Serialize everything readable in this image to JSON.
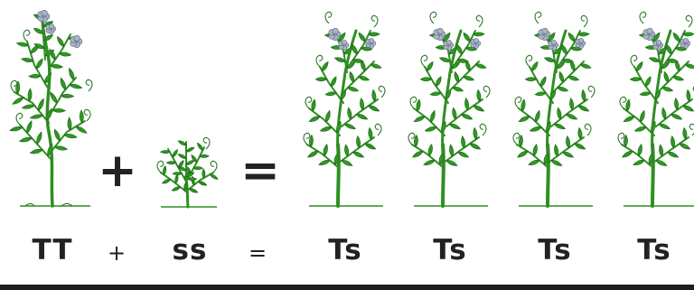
{
  "equation": {
    "operator_plus": "+",
    "operator_equals": "="
  },
  "labels": {
    "parent_1": "TT",
    "plus": "+",
    "parent_2": "ss",
    "equals": "=",
    "offspring": [
      "Ts",
      "Ts",
      "Ts",
      "Ts"
    ]
  },
  "colors": {
    "stem": "#2f8f22",
    "leaf": "#39a52b",
    "leaf_dark": "#1f6e17",
    "flower": "#a8b4c8",
    "ink": "#222222"
  },
  "icons": {
    "tall_plant": "tall-pea-plant",
    "short_plant": "short-pea-plant"
  }
}
